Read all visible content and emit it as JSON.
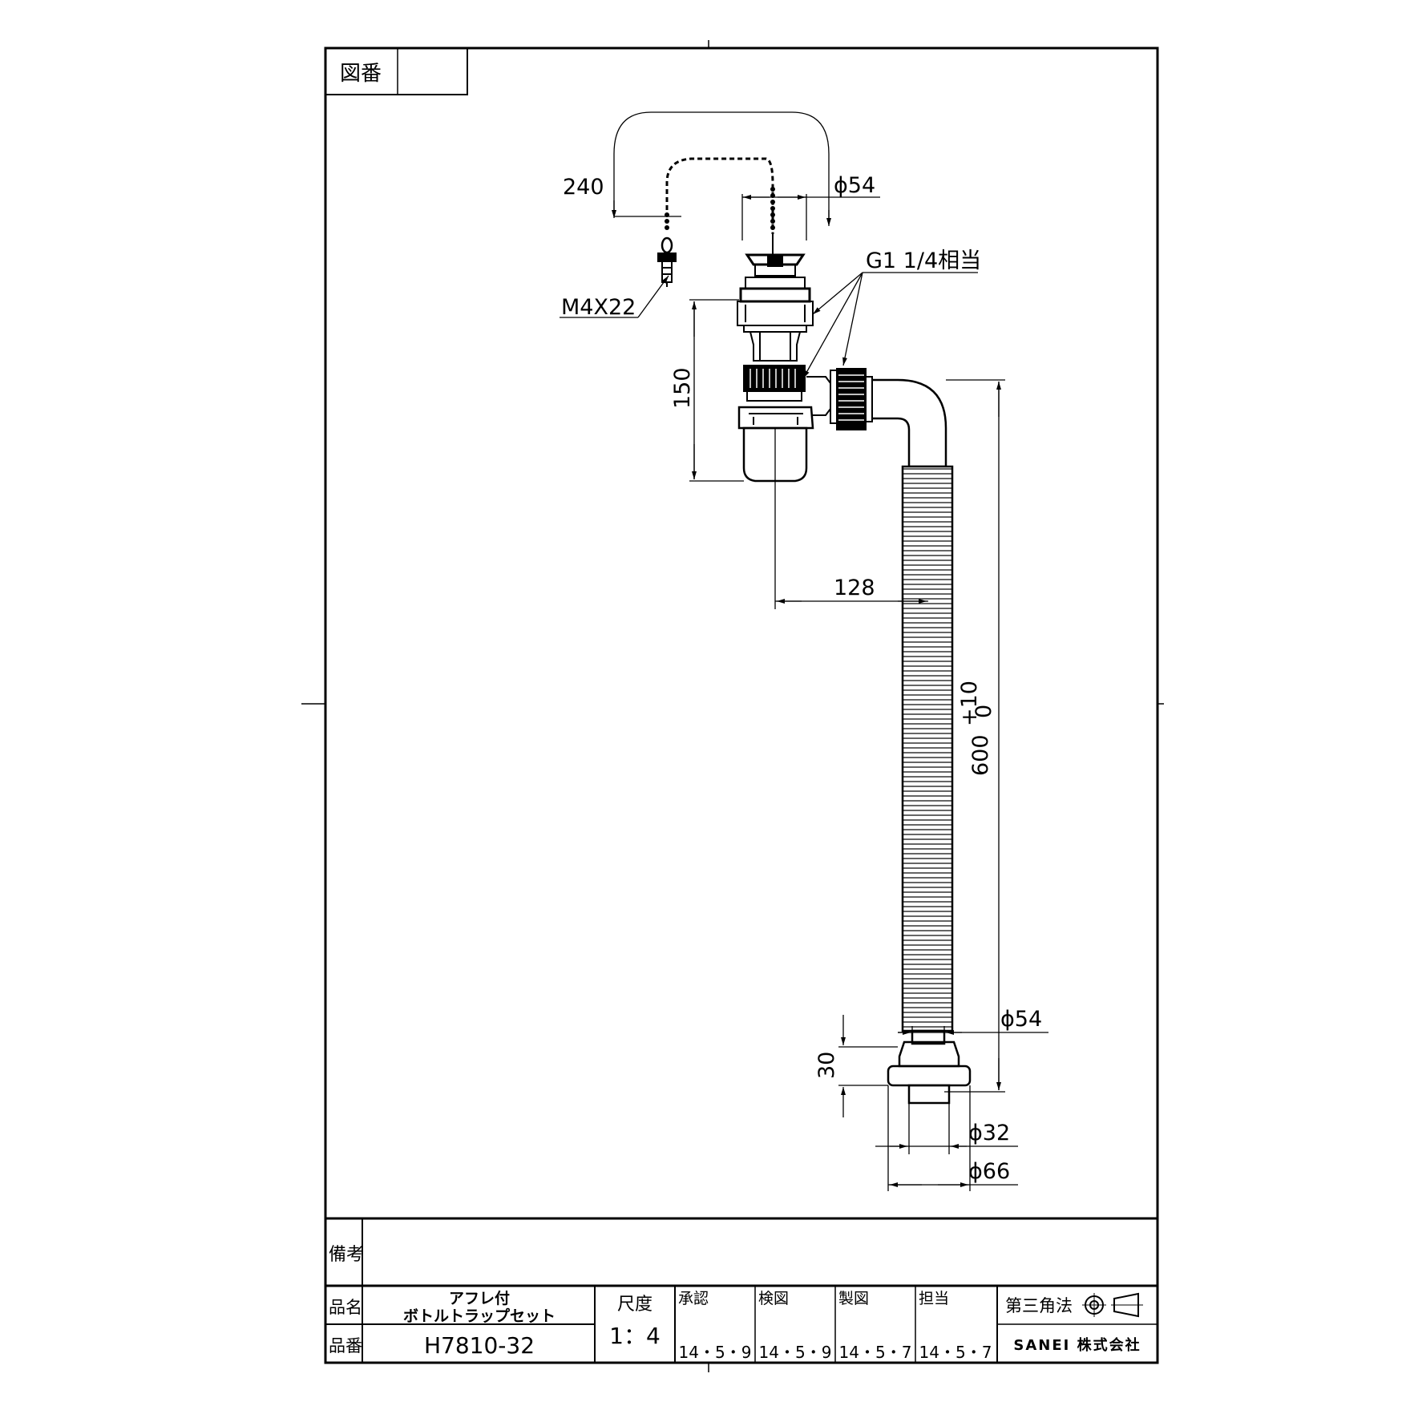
{
  "title_block": {
    "drawing_number_label": "図番",
    "drawing_number_value": "",
    "remarks_label": "備考",
    "remarks_value": "",
    "product_name_label": "品名",
    "product_name_line1": "アフレ付",
    "product_name_line2": "ボトルトラップセット",
    "product_number_label": "品番",
    "product_number": "H7810-32",
    "scale_label": "尺度",
    "scale_value": "1：4",
    "approval_columns": [
      {
        "label": "承認",
        "date": "14・5・9"
      },
      {
        "label": "検図",
        "date": "14・5・9"
      },
      {
        "label": "製図",
        "date": "14・5・7"
      },
      {
        "label": "担当",
        "date": "14・5・7"
      }
    ],
    "projection_label": "第三角法",
    "company": "SANEI 株式会社"
  },
  "dimensions": {
    "chain_length": "240",
    "top_diameter": "ϕ54",
    "thread": "G1 1/4相当",
    "screw": "M4X22",
    "body_height": "150",
    "hose_offset": "128",
    "hose_length": "600",
    "hose_tolerance_upper": "+10",
    "hose_tolerance_lower": "0",
    "bottom_diameter": "ϕ54",
    "socket_height": "30",
    "outlet_diameter": "ϕ32",
    "flange_diameter": "ϕ66"
  }
}
